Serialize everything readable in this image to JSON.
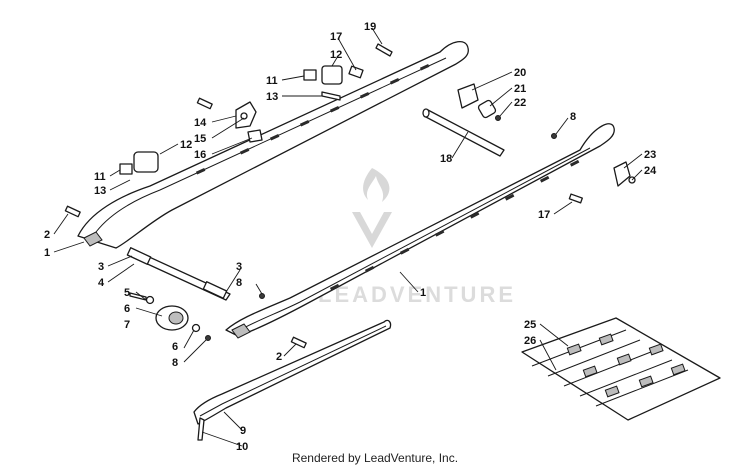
{
  "watermark": {
    "brand": "LEADVENTURE"
  },
  "credit": "Rendered by LeadVenture, Inc.",
  "callouts": {
    "c19": "19",
    "c17a": "17",
    "c12a": "12",
    "c11a": "11",
    "c13a": "13",
    "c20": "20",
    "c21": "21",
    "c22": "22",
    "c14": "14",
    "c15": "15",
    "c16": "16",
    "c12b": "12",
    "c11b": "11",
    "c13b": "13",
    "c18": "18",
    "c8a": "8",
    "c23": "23",
    "c24": "24",
    "c17b": "17",
    "c2a": "2",
    "c1a": "1",
    "c3a": "3",
    "c4": "4",
    "c3b": "3",
    "c8b": "8",
    "c1b": "1",
    "c5": "5",
    "c6a": "6",
    "c7": "7",
    "c6b": "6",
    "c8c": "8",
    "c2b": "2",
    "c9": "9",
    "c10": "10",
    "c25": "25",
    "c26": "26"
  }
}
